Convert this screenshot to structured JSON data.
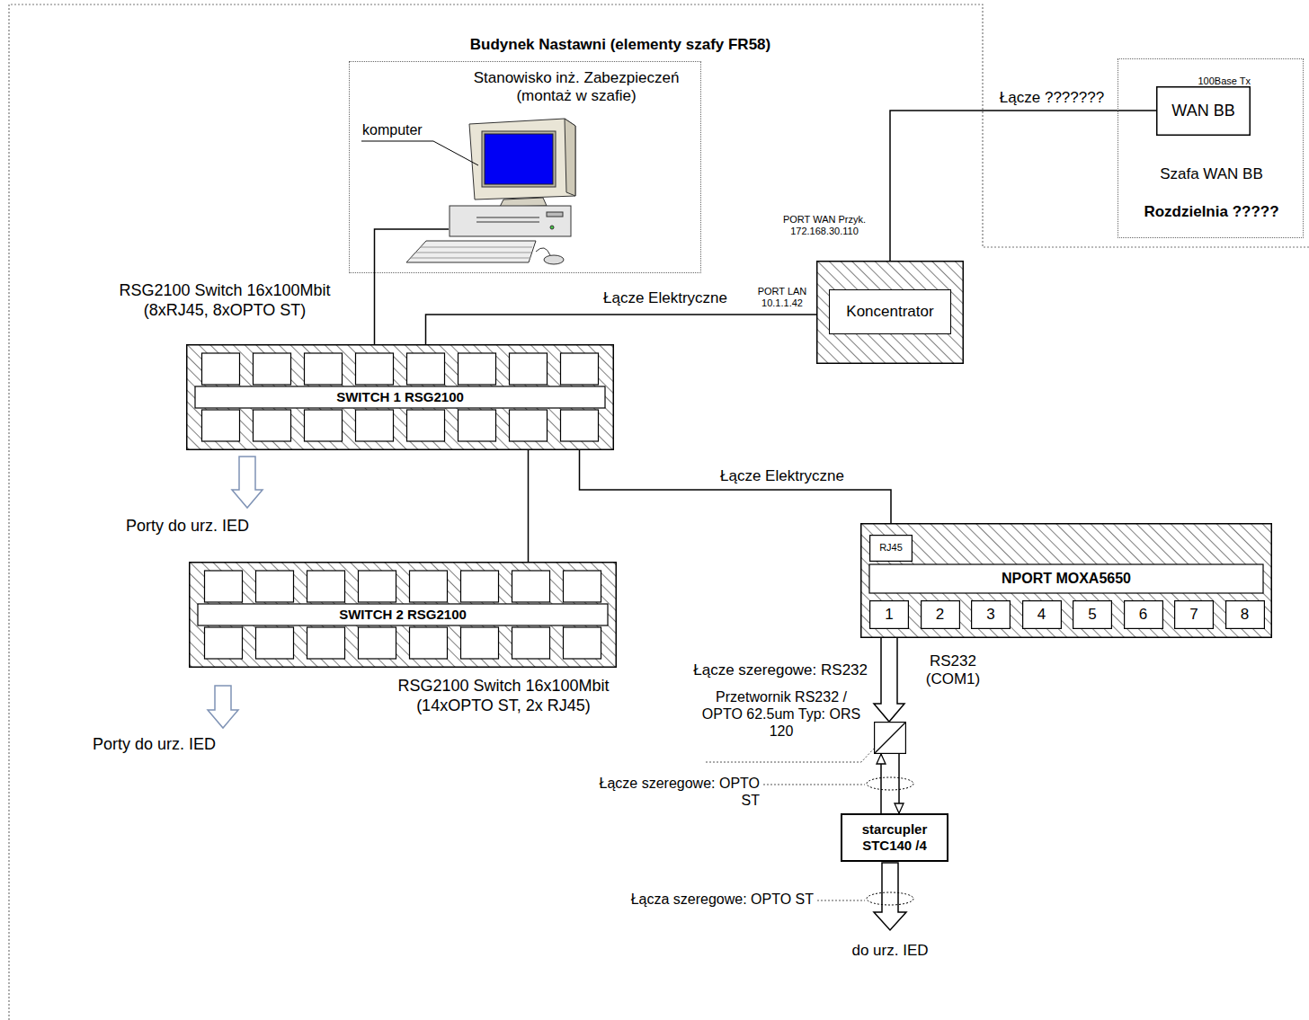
{
  "diagram": {
    "title": "Budynek Nastawni (elementy szafy FR58)",
    "nodes": [
      {
        "text": [
          "Budynek Nastawni (elementy szafy FR58)"
        ]
      },
      {
        "text": [
          "Stanowisko inż. Zabezpieczeń (montaż w szafie)"
        ],
        "in": 0
      },
      {
        "text": [
          "komputer"
        ],
        "in": 1
      },
      {
        "text": [
          "SWITCH 1 RSG2100",
          "RSG2100 Switch 16x100Mbit (8xRJ45, 8xOPTO ST)"
        ],
        "in": 0
      },
      {
        "text": [
          "SWITCH 2 RSG2100",
          "RSG2100 Switch 16x100Mbit (14xOPTO ST, 2x RJ45)"
        ],
        "in": 0
      },
      {
        "text": [
          "Koncentrator"
        ],
        "in": 0
      },
      {
        "text": [
          "NPORT MOXA5650"
        ],
        "in": 0
      },
      {
        "text": [
          "RJ45"
        ],
        "in": 6
      },
      {
        "text": [
          "1"
        ],
        "in": 6
      },
      {
        "text": [
          "2"
        ],
        "in": 6
      },
      {
        "text": [
          "3"
        ],
        "in": 6
      },
      {
        "text": [
          "4"
        ],
        "in": 6
      },
      {
        "text": [
          "5"
        ],
        "in": 6
      },
      {
        "text": [
          "6"
        ],
        "in": 6
      },
      {
        "text": [
          "7"
        ],
        "in": 6
      },
      {
        "text": [
          "8"
        ],
        "in": 6
      },
      {
        "text": [
          "Przetwornik RS232 / OPTO 62.5um Typ: ORS 120"
        ],
        "in": 0
      },
      {
        "text": [
          "starcupler STC140 /4"
        ],
        "in": 0
      },
      {
        "text": [
          "Szafa WAN BB",
          "Rozdzielnia ?????"
        ]
      },
      {
        "text": [
          "100Base Tx",
          "WAN BB"
        ],
        "in": 18
      }
    ],
    "edges": [
      {
        "from": 3,
        "to": 2,
        "arrow": "none"
      },
      {
        "from": 3,
        "to": 5,
        "label": "Łącze Elektryczne",
        "arrow": "none"
      },
      {
        "from": 3,
        "to": 4,
        "arrow": "none"
      },
      {
        "from": 3,
        "to": 7,
        "label": "Łącze Elektryczne",
        "arrow": "none"
      },
      {
        "from": 5,
        "to": 19,
        "label": "Łącze ???????",
        "arrow": "none"
      },
      {
        "from": 8,
        "to": 16,
        "label": "Łącze szeregowe: RS232",
        "arrow": "to"
      },
      {
        "from": 16,
        "to": 17,
        "label": "Łącze szeregowe: OPTO ST",
        "arrow": "both"
      }
    ],
    "labels": [
      "PORT WAN Przyk. 172.168.30.110",
      "PORT LAN 10.1.1.42",
      "Porty do urz. IED",
      "Porty do urz. IED",
      "RS232 (COM1)",
      "Łącza szeregowe: OPTO ST",
      "do urz. IED"
    ]
  }
}
